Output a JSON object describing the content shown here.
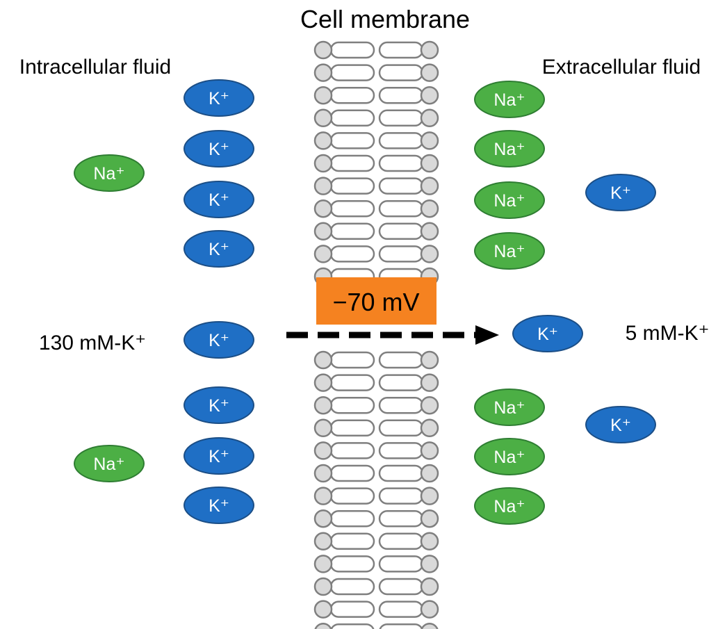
{
  "title": "Cell membrane",
  "labels": {
    "intracellular": "Intracellular fluid",
    "extracellular": "Extracellular fluid",
    "inside_concentration": "130 mM-K⁺",
    "outside_concentration": "5 mM-K⁺",
    "membrane_potential": "−70 mV"
  },
  "colors": {
    "k_fill": "#1F6FC5",
    "k_stroke": "#1B4E86",
    "na_fill": "#4CAF45",
    "na_stroke": "#2E7D32",
    "potential_box": "#F58220",
    "lipid_head_fill": "#D9D9D9",
    "lipid_stroke": "#7F7F7F",
    "arrow": "#000000"
  },
  "ions": {
    "intracellular": [
      {
        "id": "k-in-1",
        "label": "K⁺",
        "type": "k"
      },
      {
        "id": "k-in-2",
        "label": "K⁺",
        "type": "k"
      },
      {
        "id": "na-in-1",
        "label": "Na⁺",
        "type": "na"
      },
      {
        "id": "k-in-3",
        "label": "K⁺",
        "type": "k"
      },
      {
        "id": "k-in-4",
        "label": "K⁺",
        "type": "k"
      },
      {
        "id": "k-in-5",
        "label": "K⁺",
        "type": "k"
      },
      {
        "id": "k-in-6",
        "label": "K⁺",
        "type": "k"
      },
      {
        "id": "k-in-7",
        "label": "K⁺",
        "type": "k"
      },
      {
        "id": "na-in-2",
        "label": "Na⁺",
        "type": "na"
      },
      {
        "id": "k-in-8",
        "label": "K⁺",
        "type": "k"
      }
    ],
    "extracellular": [
      {
        "id": "na-out-1",
        "label": "Na⁺",
        "type": "na"
      },
      {
        "id": "na-out-2",
        "label": "Na⁺",
        "type": "na"
      },
      {
        "id": "na-out-3",
        "label": "Na⁺",
        "type": "na"
      },
      {
        "id": "k-out-1",
        "label": "K⁺",
        "type": "k"
      },
      {
        "id": "na-out-4",
        "label": "Na⁺",
        "type": "na"
      },
      {
        "id": "k-out-moving",
        "label": "K⁺",
        "type": "k"
      },
      {
        "id": "na-out-5",
        "label": "Na⁺",
        "type": "na"
      },
      {
        "id": "k-out-2",
        "label": "K⁺",
        "type": "k"
      },
      {
        "id": "na-out-6",
        "label": "Na⁺",
        "type": "na"
      },
      {
        "id": "na-out-7",
        "label": "Na⁺",
        "type": "na"
      }
    ]
  }
}
